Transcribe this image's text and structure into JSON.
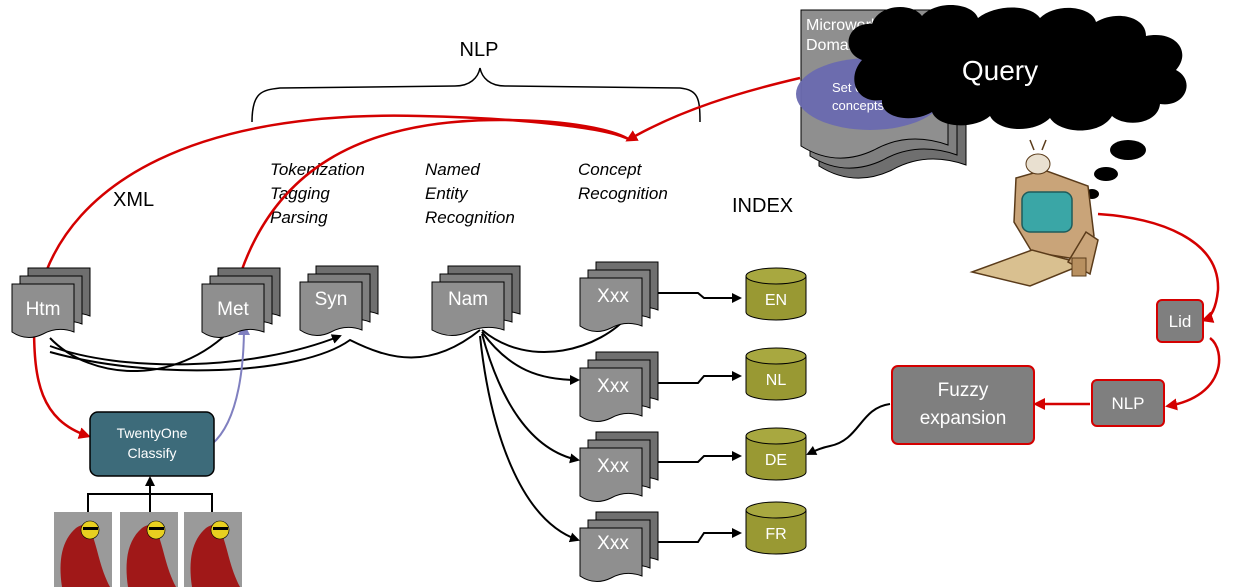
{
  "diagram": {
    "nlp_brace_label": "NLP",
    "xml_label": "XML",
    "index_label": "INDEX",
    "stages": {
      "tokenization": "Tokenization",
      "tagging": "Tagging",
      "parsing": "Parsing",
      "named": "Named",
      "entity": "Entity",
      "recognition": "Recognition",
      "concept": "Concept",
      "concept_recognition": "Recognition"
    },
    "docs": {
      "htm": "Htm",
      "met": "Met",
      "syn": "Syn",
      "nam": "Nam",
      "xxx": "Xxx"
    },
    "indexes": [
      "EN",
      "NL",
      "DE",
      "FR"
    ],
    "classifier": {
      "line1": "TwentyOne",
      "line2": "Classify"
    },
    "microworld": {
      "line1": "Microworld",
      "line2": "Domain",
      "concepts1": "Set of",
      "concepts2": "concepts"
    },
    "query": "Query",
    "lid": "Lid",
    "nlp_box": "NLP",
    "fuzzy": {
      "line1": "Fuzzy",
      "line2": "expansion"
    },
    "colors": {
      "doc": "#7f7f7f",
      "index": "#999933",
      "classifier": "#3d6b7a",
      "ellipse": "#6a6ab0",
      "red": "#d40000",
      "query_cloud": "#000000"
    }
  }
}
